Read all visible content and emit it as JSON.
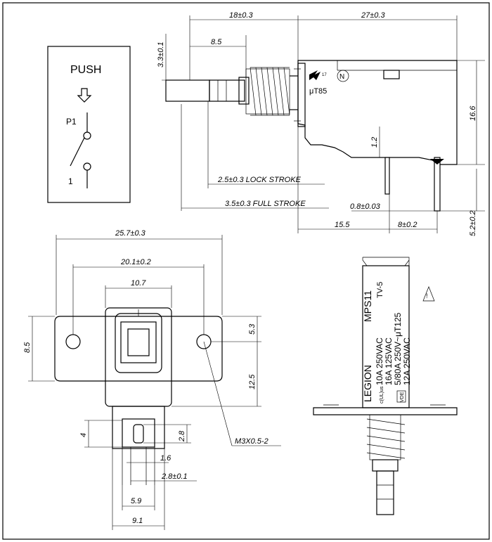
{
  "schematic": {
    "push_label": "PUSH",
    "arrow_icon": "down-arrow-icon",
    "terminal_p1": "P1",
    "terminal_1": "1"
  },
  "side_view": {
    "dim_18": "18±0.3",
    "dim_27": "27±0.3",
    "dim_8_5": "8.5",
    "dim_3_3": "3.3±0.1",
    "dim_16_6": "16.6",
    "dim_1_2": "1.2",
    "dim_lock": "2.5±0.3 LOCK STROKE",
    "dim_full": "3.5±0.3 FULL STROKE",
    "dim_0_8": "0.8±0.03",
    "dim_15_5": "15.5",
    "dim_8_0_2": "8±0.2",
    "dim_5_2": "5.2±0.2",
    "marking_ut85": "μT85",
    "marking_n": "N"
  },
  "front_view": {
    "dim_25_7": "25.7±0.3",
    "dim_20_1": "20.1±0.2",
    "dim_10_7": "10.7",
    "dim_8_5": "8.5",
    "dim_5_3": "5.3",
    "dim_12_5": "12.5",
    "dim_4": "4",
    "dim_2_8": "2.8",
    "dim_1_6": "1.6",
    "dim_2_8_0_1": "2.8±0.1",
    "dim_5_9": "5.9",
    "dim_9_1": "9.1",
    "screw_note": "M3X0.5-2"
  },
  "product_view": {
    "brand": "LEGION",
    "model": "MPS11",
    "type": "TV-5",
    "rating_1": "10A 250VAC",
    "rating_2": "16A 125VAC",
    "rating_3": "5/80A 250V~μT125",
    "rating_4": "12A 250VAC",
    "warning_icon": "warning-triangle-icon",
    "cert_mark": "c(UL)us",
    "vde_mark": "VDE"
  }
}
